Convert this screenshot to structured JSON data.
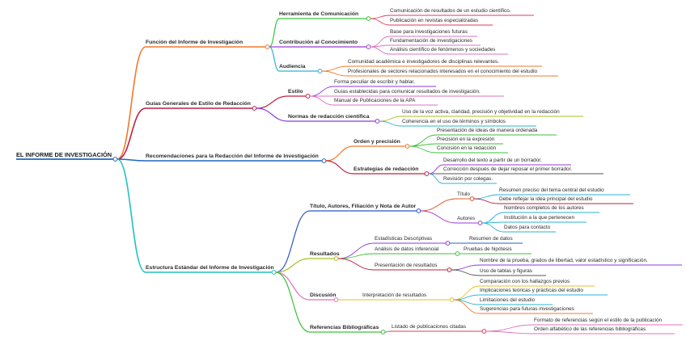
{
  "mindmap": {
    "root": {
      "label": "EL INFORME DE INVESTIGACIÓN"
    },
    "branches": [
      {
        "label": "Función del Informe de Investigación",
        "color": "#f07a2b",
        "children": [
          {
            "label": "Herramienta de Comunicación",
            "color": "#3ac23a",
            "children": [
              {
                "label": "Comunicación de resultados de un estudio científico.",
                "color": "#e0395a"
              },
              {
                "label": "Publicación en revistas especializadas",
                "color": "#e0395a"
              }
            ]
          },
          {
            "label": "Contribución al Conocimiento",
            "color": "#9b3ad8",
            "children": [
              {
                "label": "Base para investigaciones futuras",
                "color": "#e070c0"
              },
              {
                "label": "Fundamentación de investigaciones",
                "color": "#e070c0"
              },
              {
                "label": "Análisis científico de fenómenos y sociedades",
                "color": "#e070c0"
              }
            ]
          },
          {
            "label": "Audiencia",
            "color": "#2ab3d6",
            "children": [
              {
                "label": "Comunidad académica e investigadores de disciplinas relevantes.",
                "color": "#f07a2b"
              },
              {
                "label": "Profesionales de sectores relacionados interesados en el conocimiento del estudio",
                "color": "#f07a2b"
              }
            ]
          }
        ]
      },
      {
        "label": "Guías Generales de Estilo de Redacción",
        "color": "#c02040",
        "children": [
          {
            "label": "Estilo",
            "color": "#c02040",
            "children": [
              {
                "label": "Forma peculiar de escribir y hablar.",
                "color": "#8a3ad8"
              },
              {
                "label": "Guías establecidas para comunicar resultados de investigación.",
                "color": "#e070c0"
              },
              {
                "label": "Manual de Publicaciones de la APA",
                "color": "#e070c0"
              }
            ]
          },
          {
            "label": "Normas de redacción científica",
            "color": "#8a3ad8",
            "children": [
              {
                "label": "Uso de la voz activa, claridad, precisión y objetividad en la redacción",
                "color": "#a8c020"
              },
              {
                "label": "Coherencia en el uso de términos y símbolos",
                "color": "#2ab3d6"
              }
            ]
          }
        ]
      },
      {
        "label": "Recomendaciones para la Redacción del Informe de Investigación",
        "color": "#1f66c1",
        "children": [
          {
            "label": "Orden y precisión",
            "color": "#f07a2b",
            "children": [
              {
                "label": "Presentación de ideas de manera ordenada",
                "color": "#3ac23a"
              },
              {
                "label": "Precisión en la expresión",
                "color": "#3ac23a"
              },
              {
                "label": "Concisión en la redacción",
                "color": "#3ac23a"
              }
            ]
          },
          {
            "label": "Estrategias de redacción",
            "color": "#c02040",
            "children": [
              {
                "label": "Desarrollo del texto a partir de un borrador.",
                "color": "#9b3ad8"
              },
              {
                "label": "Corrección después de dejar reposar el primer borrador.",
                "color": "#555555"
              },
              {
                "label": "Revisión por colegas.",
                "color": "#2ab3d6"
              }
            ]
          }
        ]
      },
      {
        "label": "Estructura Estándar del Informe de Investigación",
        "color": "#22c0c0",
        "children": [
          {
            "label": "Título, Autores, Filiación y Nota de Autor",
            "color": "#2a55c1",
            "children": [
              {
                "label": "Título",
                "color": "#e05020",
                "children": [
                  {
                    "label": "Resumen preciso del tema central del estudio",
                    "color": "#2ab3d6"
                  },
                  {
                    "label": "Debe reflejar la idea principal del estudio",
                    "color": "#c02040"
                  }
                ]
              },
              {
                "label": "Autores",
                "color": "#9b3ad8",
                "children": [
                  {
                    "label": "Nombres completos de los autores",
                    "color": "#2ab3d6"
                  },
                  {
                    "label": "Institución a la que pertenecen",
                    "color": "#2ab3d6"
                  },
                  {
                    "label": "Datos para contacto",
                    "color": "#2ab3d6"
                  }
                ]
              }
            ]
          },
          {
            "label": "Resultados",
            "color": "#a8c020",
            "children": [
              {
                "label": "Estadísticas Descriptivas",
                "color": "#8a3ad8",
                "children": [
                  {
                    "label": "Resumen de datos",
                    "color": "#1f66c1"
                  }
                ]
              },
              {
                "label": "Análisis de datos inferencial",
                "color": "#3ac23a",
                "children": [
                  {
                    "label": "Pruebas de hipótesis",
                    "color": "#3ac23a"
                  }
                ]
              },
              {
                "label": "Presentación de resultados",
                "color": "#c02040",
                "children": [
                  {
                    "label": "Nombre de la prueba, grados de libertad, valor estadístico y significación.",
                    "color": "#8a3ad8"
                  },
                  {
                    "label": "Uso de tablas y figuras",
                    "color": "#555555"
                  }
                ]
              }
            ]
          },
          {
            "label": "Discusión",
            "color": "#e070c0",
            "children": [
              {
                "label": "Interpretación de resultados",
                "color": "#e8c020",
                "children": [
                  {
                    "label": "Comparación con los hallazgos previos",
                    "color": "#e8c020"
                  },
                  {
                    "label": "Implicaciones teóricas y prácticas del estudio",
                    "color": "#2ab3d6"
                  },
                  {
                    "label": "Limitaciones del estudio",
                    "color": "#2ab3d6"
                  },
                  {
                    "label": "Sugerencias para futuras investigaciones",
                    "color": "#f07a2b"
                  }
                ]
              }
            ]
          },
          {
            "label": "Referencias Bibliográficas",
            "color": "#3ac23a",
            "children": [
              {
                "label": "Listado de publicaciones citadas",
                "color": "#e0395a",
                "children": [
                  {
                    "label": "Formato de referencias según el estilo de la publicación",
                    "color": "#e070c0"
                  },
                  {
                    "label": "Orden alfabético de las referencias bibliográficas",
                    "color": "#e070c0"
                  }
                ]
              }
            ]
          }
        ]
      }
    ]
  }
}
